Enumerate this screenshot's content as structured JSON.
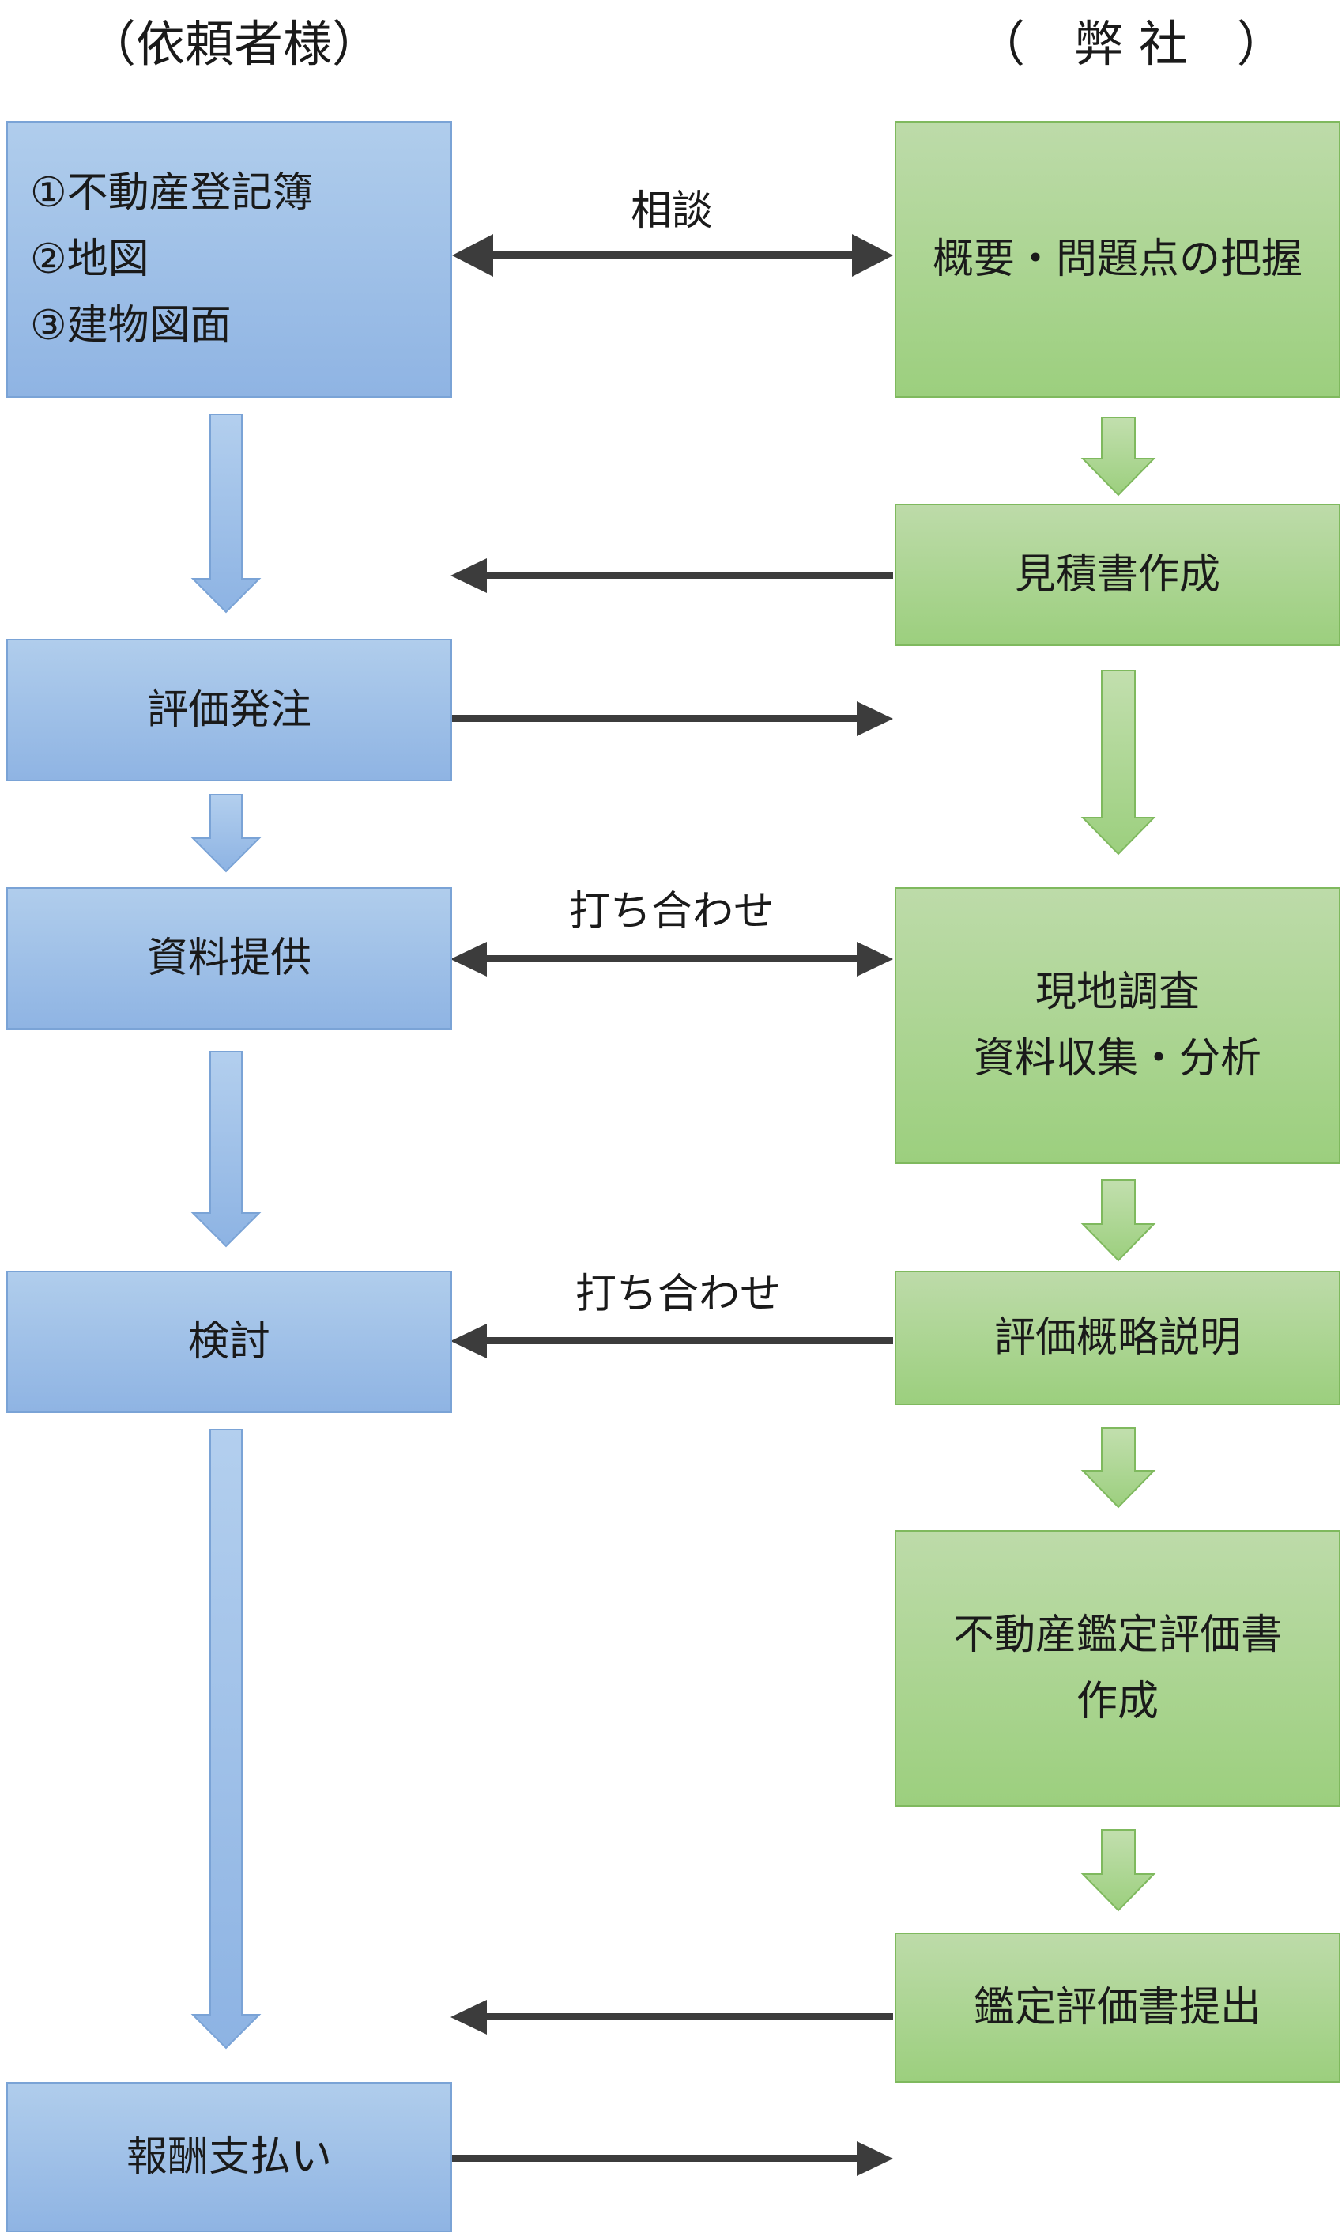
{
  "headers": {
    "client": "（依頼者様）",
    "company": "（　弊 社　）"
  },
  "client_boxes": {
    "documents": [
      "①不動産登記簿",
      "②地図",
      "③建物図面"
    ],
    "order": "評価発注",
    "materials": "資料提供",
    "review": "検討",
    "payment": "報酬支払い"
  },
  "company_boxes": {
    "overview": "概要・問題点の把握",
    "estimate": "見積書作成",
    "survey": [
      "現地調査",
      "資料収集・分析"
    ],
    "explanation": "評価概略説明",
    "report": [
      "不動産鑑定評価書",
      "作成"
    ],
    "submission": "鑑定評価書提出"
  },
  "connectors": {
    "consultation": "相談",
    "meeting_1": "打ち合わせ",
    "meeting_2": "打ち合わせ"
  },
  "colors": {
    "client_fill": "#9dbde6",
    "company_fill": "#a9d48e",
    "arrow": "#3c3c3c"
  }
}
